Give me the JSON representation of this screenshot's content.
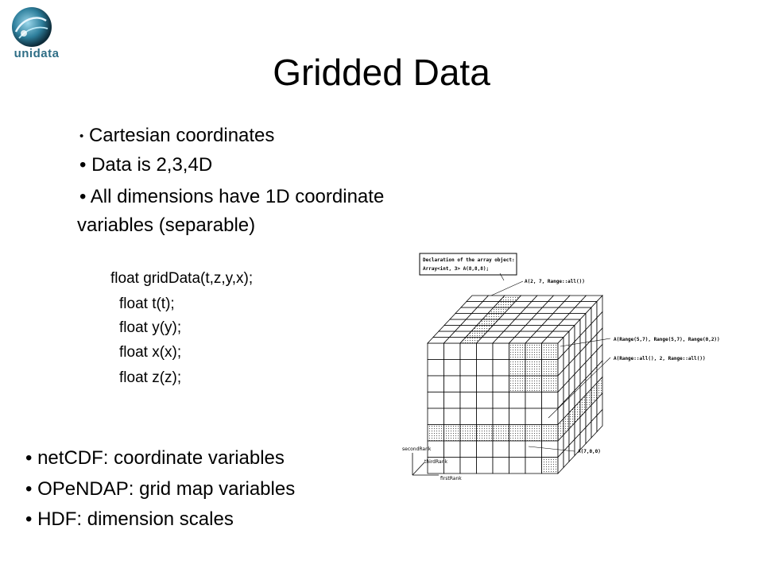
{
  "logo": {
    "text": "unidata",
    "icon": "globe-swirl-icon",
    "color": "#2f6e86"
  },
  "title": "Gridded Data",
  "bullets_top": [
    "Cartesian coordinates",
    "Data is 2,3,4D",
    "All dimensions have 1D coordinate",
    "variables (separable)"
  ],
  "bullet_char": "•",
  "code": [
    "float gridData(t,z,y,x);",
    "float t(t);",
    "float y(y);",
    "float x(x);",
    "float z(z);"
  ],
  "bullets_bottom": [
    "netCDF: coordinate variables",
    "OPeNDAP: grid map variables",
    "HDF: dimension scales"
  ],
  "diagram": {
    "box_line1": "Declaration of the array object:",
    "box_line2": "Array<int, 3> A(8,8,8);",
    "annotation_1": "A(2, 7, Range::all())",
    "annotation_2": "A(Range(5,7), Range(5,7), Range(0,2))",
    "annotation_3": "A(Range::all(), 2, Range::all())",
    "annotation_4": "A(7,0,0)",
    "axis_second": "secondRank",
    "axis_third": "thirdRank",
    "axis_first": "firstRank"
  }
}
